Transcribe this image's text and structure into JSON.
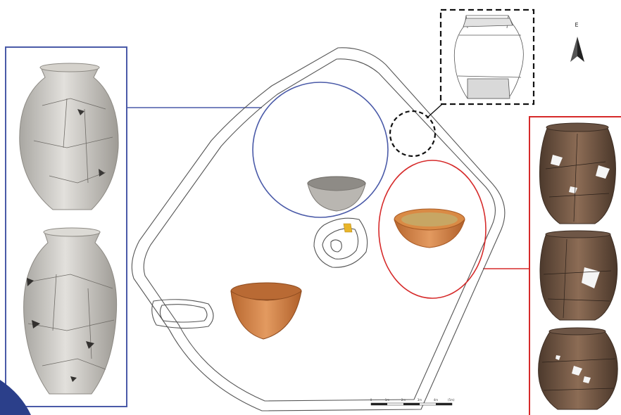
{
  "north_arrow": {
    "label": "E"
  },
  "scale_bar": {
    "ticks": [
      "0",
      "1m",
      "2m",
      "3m",
      "4m",
      "5m"
    ],
    "unit_note": "(5m)"
  },
  "colors": {
    "blue_group": "#4a5aa8",
    "red_group": "#d62a2a",
    "detail_group": "#111111",
    "plan_line": "#555555",
    "grey_pottery": "#c9c6c0",
    "orange_pottery": "#cf8348",
    "dark_pottery": "#7a5f4c"
  },
  "icons": {
    "north": "north-arrow-icon",
    "grey_jars": "grey-jar-icon",
    "brown_pots": "brown-pot-icon",
    "bowls": "bowl-icon"
  }
}
